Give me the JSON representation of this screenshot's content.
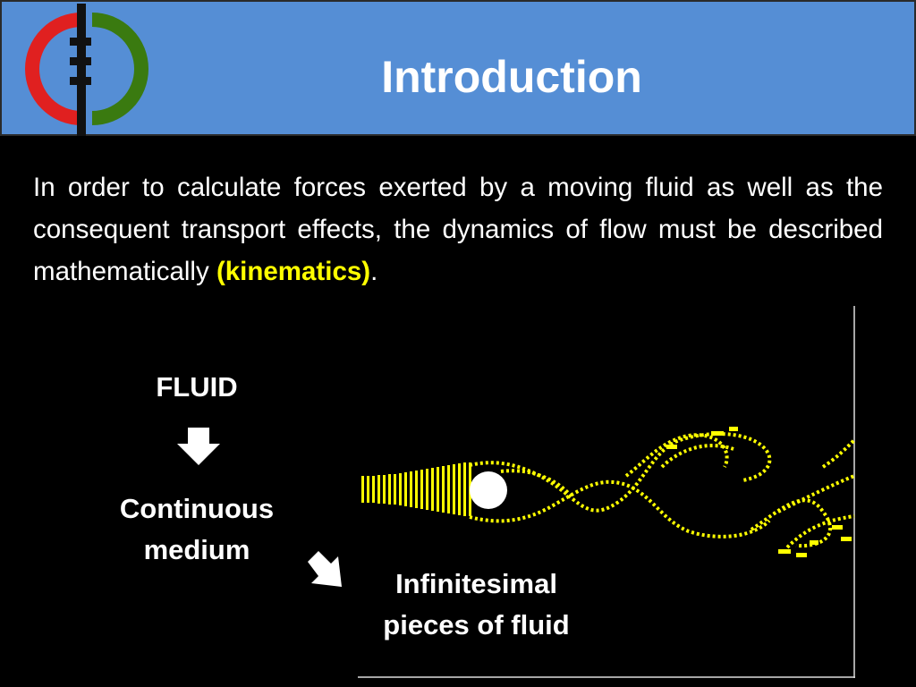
{
  "header": {
    "title": "Introduction"
  },
  "intro": {
    "text_before": "In order to calculate forces exerted by a moving fluid as well as the consequent transport effects, the dynamics of flow must be described mathematically ",
    "highlight": "(kinematics)",
    "text_after": "."
  },
  "diagram": {
    "fluid_label": "FLUID",
    "medium_label": "Continuous medium",
    "pieces_label": "Infinitesimal pieces of fluid"
  },
  "colors": {
    "header_bg": "#558ed5",
    "highlight": "#ffff00",
    "logo_red": "#e02020",
    "logo_green": "#3a7a10"
  },
  "icons": [
    "logo",
    "arrow-down-icon",
    "arrow-diagonal-icon"
  ]
}
